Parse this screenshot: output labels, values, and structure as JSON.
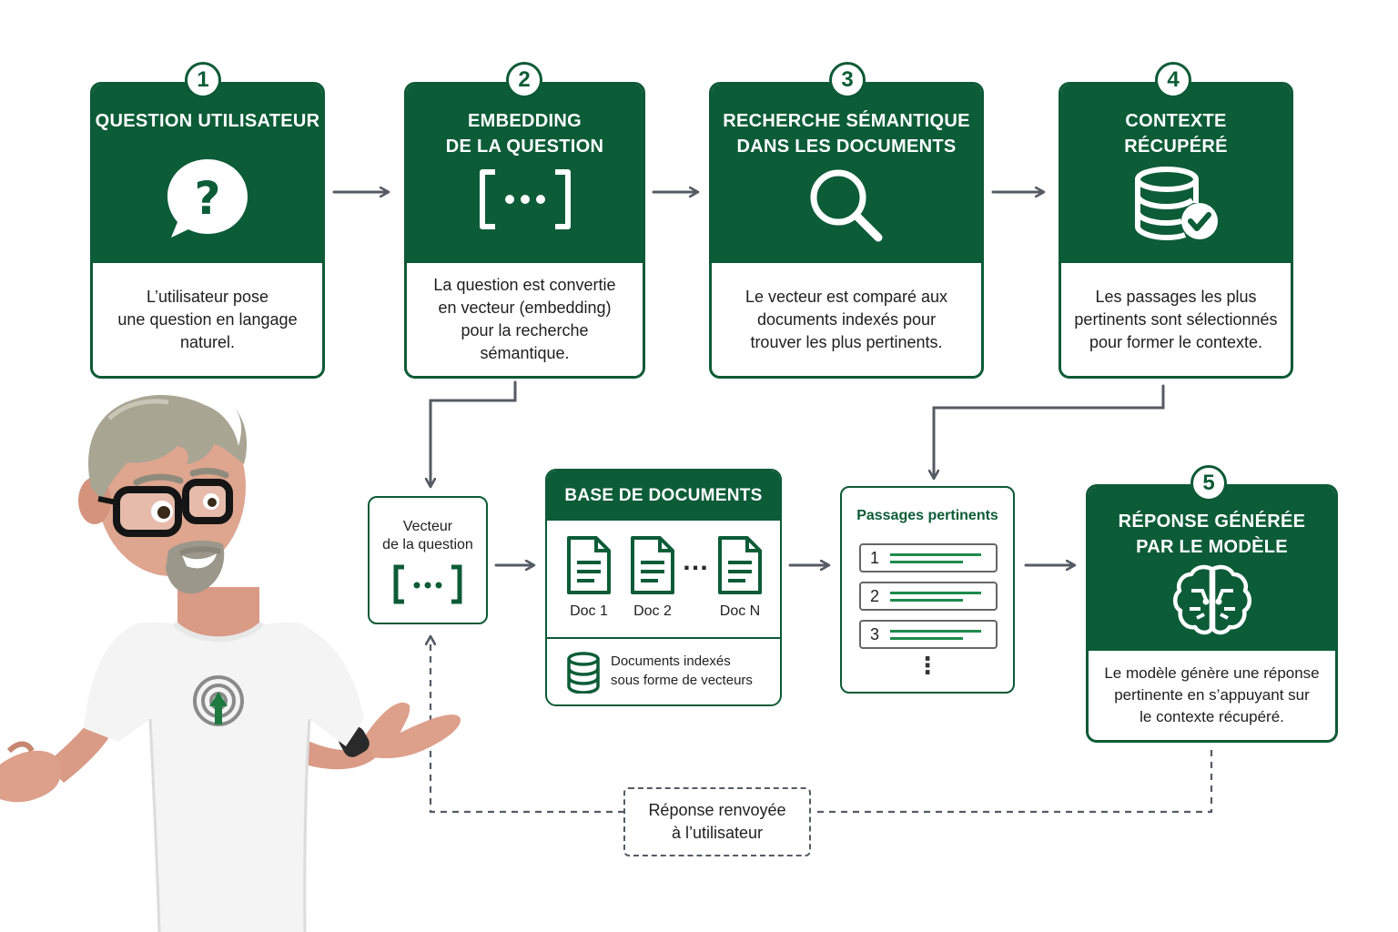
{
  "steps": [
    {
      "number": "1",
      "title": "QUESTION UTILISATEUR",
      "icon": "question-bubble-icon",
      "description": "L’utilisateur pose\nune question en langage\nnaturel."
    },
    {
      "number": "2",
      "title": "EMBEDDING\nDE LA QUESTION",
      "icon": "vector-brackets-icon",
      "description": "La question est convertie\nen vecteur (embedding)\npour la recherche\nsémantique."
    },
    {
      "number": "3",
      "title": "RECHERCHE SÉMANTIQUE\nDANS LES DOCUMENTS",
      "icon": "magnifier-icon",
      "description": "Le vecteur est comparé aux\ndocuments indexés pour\ntrouver les plus pertinents."
    },
    {
      "number": "4",
      "title": "CONTEXTE\nRÉCUPÉRÉ",
      "icon": "database-check-icon",
      "description": "Les passages les plus\npertinents sont sélectionnés\npour former le contexte."
    },
    {
      "number": "5",
      "title": "RÉPONSE GÉNÉRÉE\nPAR LE MODÈLE",
      "icon": "brain-icon",
      "description": "Le modèle génère une réponse\npertinente en s’appuyant sur\nle contexte récupéré."
    }
  ],
  "vector_box": {
    "label": "Vecteur\nde la question",
    "icon": "vector-brackets-icon"
  },
  "document_base": {
    "title": "BASE DE DOCUMENTS",
    "docs": [
      "Doc 1",
      "Doc 2",
      "Doc N"
    ],
    "ellipsis": "…",
    "footer": "Documents indexés\nsous forme de vecteurs",
    "footer_icon": "database-icon"
  },
  "passages": {
    "title": "Passages pertinents",
    "items": [
      "1",
      "2",
      "3"
    ],
    "more": "⋮"
  },
  "return_label": "Réponse renvoyée\nà l’utilisateur",
  "colors": {
    "primary": "#0c5c38",
    "accent": "#1f8a4c",
    "arrow": "#555b63"
  }
}
